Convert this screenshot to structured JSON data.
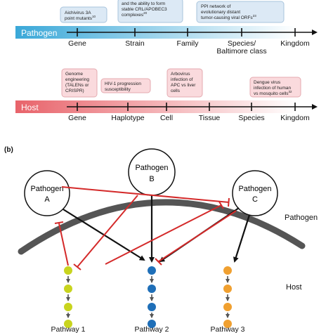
{
  "panel_b_label": "(b)",
  "timelines": [
    {
      "name": "Pathogen",
      "color": "#3aa8d8",
      "levels": [
        {
          "label": "Gene"
        },
        {
          "label": "Strain"
        },
        {
          "label": "Family"
        },
        {
          "label": "Species/",
          "label2": "Baltimore class"
        },
        {
          "label": "Kingdom"
        }
      ],
      "boxes": [
        {
          "lines": [
            "Aichivirus 3A",
            "point mutants"
          ],
          "sup": "10"
        },
        {
          "lines": [
            "and the ability to form",
            "stable CRL/APOBEC3",
            "complexes"
          ],
          "sup": "20"
        },
        {
          "lines": [
            "PPI network of",
            "evolutionary distant",
            "tumor-causing viral ORFs"
          ],
          "sup": "23"
        }
      ]
    },
    {
      "name": "Host",
      "color": "#e8636a",
      "levels": [
        {
          "label": "Gene"
        },
        {
          "label": "Haplotype"
        },
        {
          "label": "Cell"
        },
        {
          "label": "Tissue"
        },
        {
          "label": "Species"
        },
        {
          "label": "Kingdom"
        }
      ],
      "boxes": [
        {
          "lines": [
            "Genome",
            "engineering",
            "(TALENs or",
            "CRISPR)"
          ],
          "sup": ""
        },
        {
          "lines": [
            "HIV-1 progression",
            "susceptibility"
          ],
          "sup": ""
        },
        {
          "lines": [
            "Arbovirus",
            "infection of",
            "APC vs liver",
            "cells"
          ],
          "sup": ""
        },
        {
          "lines": [
            "Dengue virus",
            "infection of human",
            "vs mosquito cells"
          ],
          "sup": "32"
        }
      ]
    }
  ],
  "pathogens": [
    {
      "line1": "Pathogen",
      "line2": "A"
    },
    {
      "line1": "Pathogen",
      "line2": "B"
    },
    {
      "line1": "Pathogen",
      "line2": "C"
    }
  ],
  "side_labels": {
    "pathogen": "Pathogen",
    "host": "Host"
  },
  "pathways": [
    {
      "label": "Pathway 1",
      "color": "#c8d41e"
    },
    {
      "label": "Pathway 2",
      "color": "#1f6fb8"
    },
    {
      "label": "Pathway 3",
      "color": "#f0a030"
    }
  ],
  "colors": {
    "inhibit": "#d42a2a",
    "activate": "#111111",
    "membrane": "#555555",
    "box_fill": "#dce9f5"
  }
}
